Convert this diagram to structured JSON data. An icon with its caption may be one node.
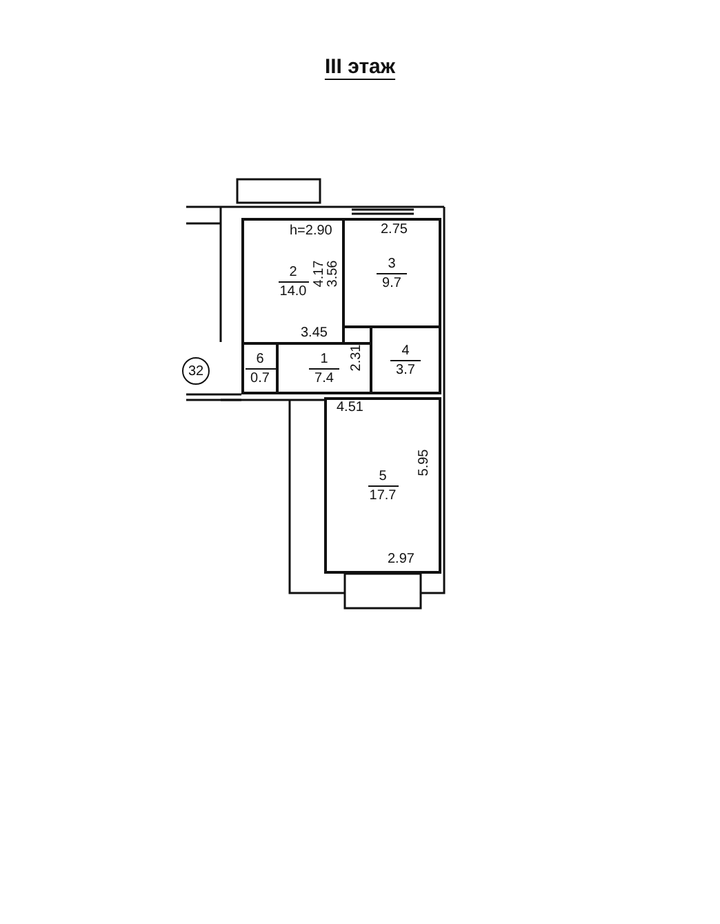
{
  "diagram": {
    "title": "III этаж",
    "nodes": [
      {
        "text": [
          "2",
          "14.0"
        ]
      },
      {
        "text": [
          "3",
          "9.7"
        ]
      },
      {
        "text": [
          "32"
        ]
      },
      {
        "text": [
          "6",
          "0.7"
        ]
      },
      {
        "text": [
          "1",
          "7.4"
        ]
      },
      {
        "text": [
          "4",
          "3.7"
        ]
      },
      {
        "text": [
          "5",
          "17.7"
        ]
      }
    ],
    "labels": [
      "h=2.90",
      "4.17",
      "3.56",
      "2.75",
      "3.45",
      "2.31",
      "4.51",
      "5.95",
      "2.97"
    ]
  }
}
